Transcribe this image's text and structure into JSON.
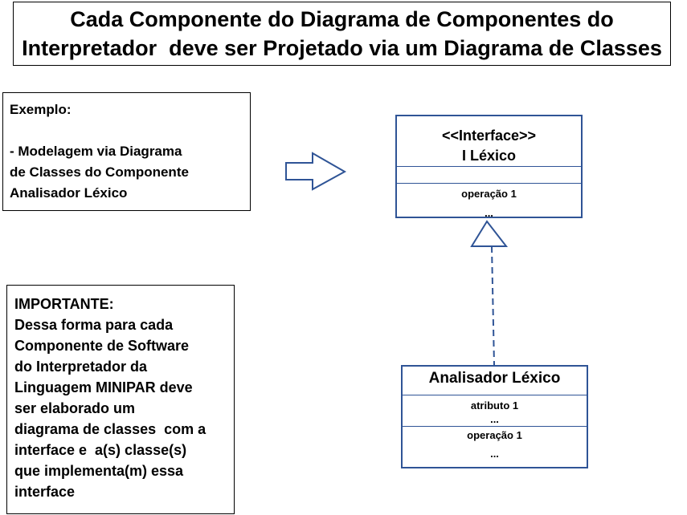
{
  "title": {
    "line1": "Cada Componente do Diagrama de Componentes do",
    "line2": "Interpretador  deve ser Projetado via um Diagrama de Classes"
  },
  "example_note": {
    "heading": "Exemplo:",
    "lines": [
      "- Modelagem via Diagrama",
      "de Classes do Componente",
      "Analisador Léxico"
    ]
  },
  "important_note": {
    "lines": [
      "IMPORTANTE:",
      "Dessa forma para cada",
      "Componente de Software",
      "do Interpretador da",
      "Linguagem MINIPAR deve",
      "ser elaborado um",
      "diagrama de classes  com a",
      "interface e  a(s) classe(s)",
      "que implementa(m) essa",
      "interface"
    ]
  },
  "interface_class": {
    "stereotype": "<<Interface>>",
    "name": "I Léxico",
    "operations": [
      "operação 1",
      "..."
    ]
  },
  "implementation_class": {
    "name": "Analisador Léxico",
    "attributes": [
      "atributo 1",
      "..."
    ],
    "operations": [
      "operação 1",
      "..."
    ]
  },
  "colors": {
    "uml_stroke": "#2f5496",
    "note_border": "#000000",
    "text": "#000000",
    "background": "#ffffff"
  },
  "relationships": [
    {
      "type": "realization",
      "from": "implementation_class",
      "to": "interface_class",
      "line_style": "dashed",
      "head": "hollow-triangle"
    }
  ],
  "icons": [
    "right-arrow-icon"
  ]
}
